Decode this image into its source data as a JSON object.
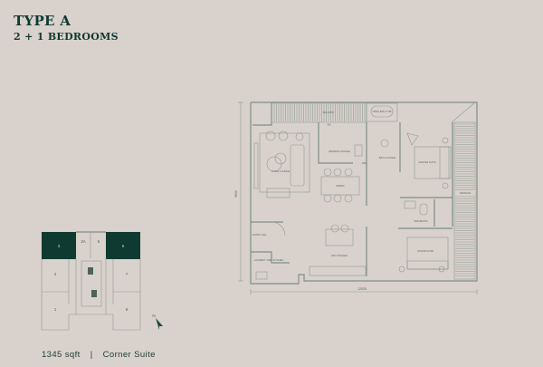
{
  "header": {
    "title": "TYPE A",
    "subtitle": "2 + 1 BEDROOMS"
  },
  "footer": {
    "area": "1345 sqft",
    "separator": "|",
    "suite_type": "Corner Suite"
  },
  "floor_plan": {
    "rooms": {
      "balcony": "BALCONY",
      "bath_tub": "OPEN BATH TUB",
      "living": "LIVING LOUNGE",
      "reading": "READING LOUNGE",
      "dining": "DINING",
      "bath_lounge": "BATH LOUNGE",
      "master": "MASTER SUITE",
      "terrace": "TERRACE",
      "bathroom": "BATHROOM",
      "junior": "JUNIOR SUITE",
      "dry_kitchen": "DRY KITCHEN",
      "entry": "ENTRY HALL",
      "laundry": "LAUNDRY / WET KITCHEN"
    },
    "dimensions": {
      "width": "12525",
      "depth": "9800"
    }
  },
  "key_plan": {
    "units": [
      "3",
      "3A",
      "5",
      "6",
      "2",
      "7",
      "1",
      "8"
    ],
    "highlighted": [
      "3",
      "6"
    ],
    "north": "N"
  },
  "colors": {
    "background": "#d9d1cc",
    "accent": "#0f3a31",
    "lines": "#7f9184"
  }
}
